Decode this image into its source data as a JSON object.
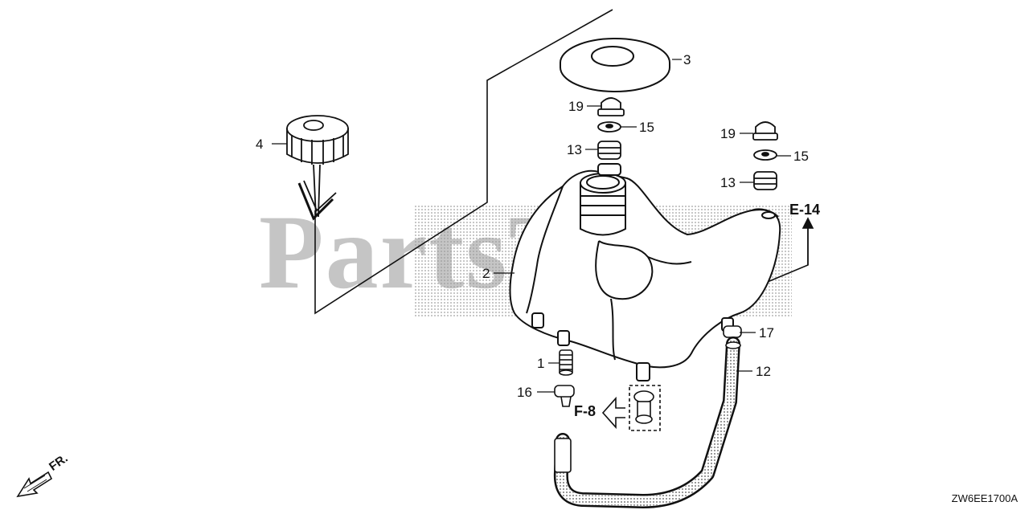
{
  "watermark": "PartsTree",
  "diagram_code": "ZW6EE1700A",
  "direction_label": "FR.",
  "references": {
    "e14": "E-14",
    "f8": "F-8"
  },
  "callouts": {
    "c1": "1",
    "c2": "2",
    "c3": "3",
    "c4": "4",
    "c12": "12",
    "c13a": "13",
    "c13b": "13",
    "c15a": "15",
    "c15b": "15",
    "c16": "16",
    "c17": "17",
    "c19a": "19",
    "c19b": "19"
  }
}
